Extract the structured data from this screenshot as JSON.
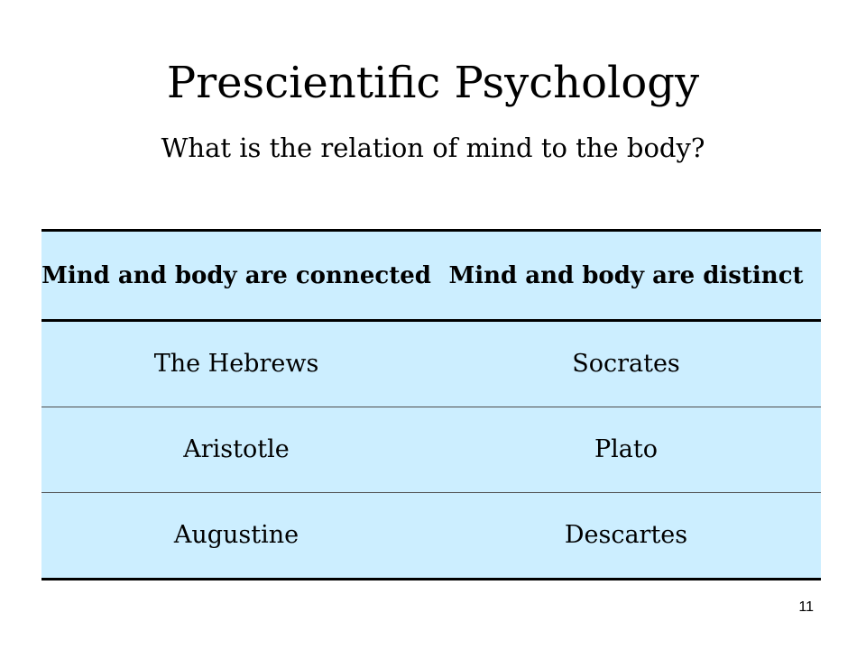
{
  "slide": {
    "title": "Prescientific Psychology",
    "subtitle": "What is the relation of mind to the body?",
    "page_number": "11"
  },
  "table": {
    "headers": [
      "Mind and body are connected",
      "Mind and body are distinct"
    ],
    "rows": [
      [
        "The Hebrews",
        "Socrates"
      ],
      [
        "Aristotle",
        "Plato"
      ],
      [
        "Augustine",
        "Descartes"
      ]
    ]
  },
  "colors": {
    "table_fill": "#cceeff",
    "rule": "#000000",
    "background": "#ffffff"
  }
}
